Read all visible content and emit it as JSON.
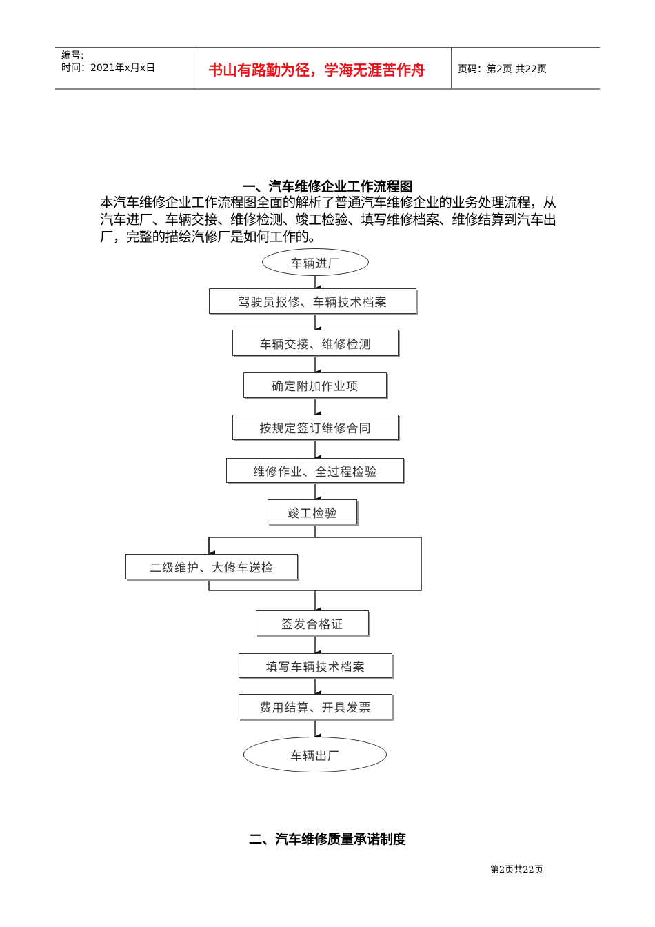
{
  "header": {
    "number_label": "编号:",
    "time_label": "时间：2021年x月x日",
    "motto": "书山有路勤为径，学海无涯苦作舟",
    "page_code": "页码：第2页 共22页"
  },
  "section1": {
    "title": "一、汽车维修企业工作流程图",
    "paragraph": "本汽车维修企业工作流程图全面的解析了普通汽车维修企业的业务处理流程，从汽车进厂、车辆交接、维修检测、竣工检验、填写维修档案、维修结算到汽车出厂，完整的描绘汽修厂是如何工作的。"
  },
  "flow": {
    "start": "车辆进厂",
    "steps": [
      "驾驶员报修、车辆技术档案",
      "车辆交接、维修检测",
      "确定附加作业项",
      "按规定签订维修合同",
      "维修作业、全过程检验",
      "竣工检验"
    ],
    "branch": "二级维护、大修车送检",
    "after": [
      "签发合格证",
      "填写车辆技术档案",
      "费用结算、开具发票"
    ],
    "end": "车辆出厂"
  },
  "section2": {
    "title": "二、汽车维修质量承诺制度"
  },
  "footer": {
    "page": "第2页共22页"
  }
}
